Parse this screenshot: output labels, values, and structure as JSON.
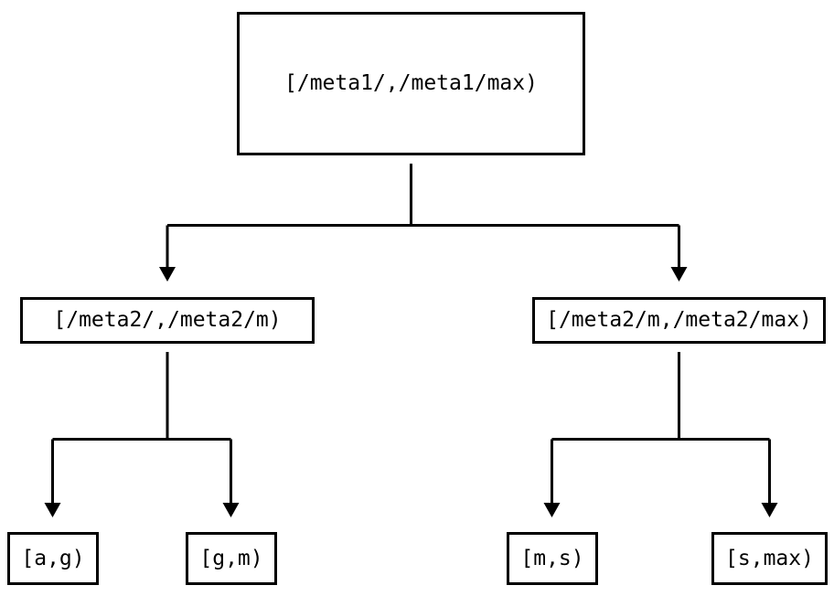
{
  "diagram": {
    "background_color": "#ffffff",
    "line_color": "#000000",
    "nodes": {
      "root": {
        "label": "[/meta1/,/meta1/max)"
      },
      "left": {
        "label": "[/meta2/,/meta2/m)"
      },
      "right": {
        "label": "[/meta2/m,/meta2/max)"
      },
      "leaf_ag": {
        "label": "[a,g)"
      },
      "leaf_gm": {
        "label": "[g,m)"
      },
      "leaf_ms": {
        "label": "[m,s)"
      },
      "leaf_smax": {
        "label": "[s,max)"
      }
    },
    "edges": [
      {
        "from": "root",
        "to": "left"
      },
      {
        "from": "root",
        "to": "right"
      },
      {
        "from": "left",
        "to": "leaf_ag"
      },
      {
        "from": "left",
        "to": "leaf_gm"
      },
      {
        "from": "right",
        "to": "leaf_ms"
      },
      {
        "from": "right",
        "to": "leaf_smax"
      }
    ]
  }
}
